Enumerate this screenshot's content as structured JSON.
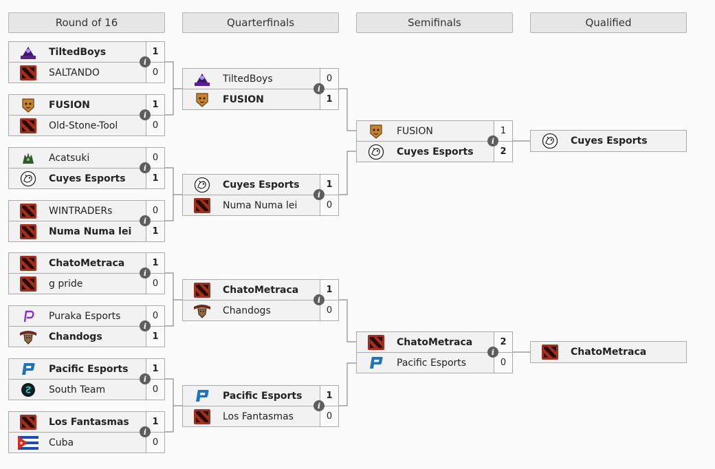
{
  "headers": [
    "Round of 16",
    "Quarterfinals",
    "Semifinals",
    "Qualified"
  ],
  "round16": [
    {
      "t1": {
        "name": "TiltedBoys",
        "score": "1",
        "logo": "tiltedboys-logo",
        "win": true
      },
      "t2": {
        "name": "SALTANDO",
        "score": "0",
        "logo": "dota-logo",
        "win": false
      }
    },
    {
      "t1": {
        "name": "FUSION",
        "score": "1",
        "logo": "fusion-logo",
        "win": true
      },
      "t2": {
        "name": "Old-Stone-Tool",
        "score": "0",
        "logo": "dota-logo",
        "win": false
      }
    },
    {
      "t1": {
        "name": "Acatsuki",
        "score": "0",
        "logo": "acatsuki-logo",
        "win": false
      },
      "t2": {
        "name": "Cuyes Esports",
        "score": "1",
        "logo": "cuyes-logo",
        "win": true
      }
    },
    {
      "t1": {
        "name": "WINTRADERs",
        "score": "0",
        "logo": "dota-logo",
        "win": false
      },
      "t2": {
        "name": "Numa Numa lei",
        "score": "1",
        "logo": "dota-logo",
        "win": true
      }
    },
    {
      "t1": {
        "name": "ChatoMetraca",
        "score": "1",
        "logo": "dota-logo",
        "win": true
      },
      "t2": {
        "name": "g pride",
        "score": "0",
        "logo": "dota-logo",
        "win": false
      }
    },
    {
      "t1": {
        "name": "Puraka Esports",
        "score": "0",
        "logo": "puraka-logo",
        "win": false
      },
      "t2": {
        "name": "Chandogs",
        "score": "1",
        "logo": "chandogs-logo",
        "win": true
      }
    },
    {
      "t1": {
        "name": "Pacific Esports",
        "score": "1",
        "logo": "pacific-logo",
        "win": true
      },
      "t2": {
        "name": "South Team",
        "score": "0",
        "logo": "southteam-logo",
        "win": false
      }
    },
    {
      "t1": {
        "name": "Los Fantasmas",
        "score": "1",
        "logo": "dota-logo",
        "win": true
      },
      "t2": {
        "name": "Cuba",
        "score": "0",
        "logo": "cuba-flag",
        "win": false
      }
    }
  ],
  "quarterfinals": [
    {
      "t1": {
        "name": "TiltedBoys",
        "score": "0",
        "logo": "tiltedboys-logo",
        "win": false
      },
      "t2": {
        "name": "FUSION",
        "score": "1",
        "logo": "fusion-logo",
        "win": true
      }
    },
    {
      "t1": {
        "name": "Cuyes Esports",
        "score": "1",
        "logo": "cuyes-logo",
        "win": true
      },
      "t2": {
        "name": "Numa Numa lei",
        "score": "0",
        "logo": "dota-logo",
        "win": false
      }
    },
    {
      "t1": {
        "name": "ChatoMetraca",
        "score": "1",
        "logo": "dota-logo",
        "win": true
      },
      "t2": {
        "name": "Chandogs",
        "score": "0",
        "logo": "chandogs-logo",
        "win": false
      }
    },
    {
      "t1": {
        "name": "Pacific Esports",
        "score": "1",
        "logo": "pacific-logo",
        "win": true
      },
      "t2": {
        "name": "Los Fantasmas",
        "score": "0",
        "logo": "dota-logo",
        "win": false
      }
    }
  ],
  "semifinals": [
    {
      "t1": {
        "name": "FUSION",
        "score": "1",
        "logo": "fusion-logo",
        "win": false
      },
      "t2": {
        "name": "Cuyes Esports",
        "score": "2",
        "logo": "cuyes-logo",
        "win": true
      }
    },
    {
      "t1": {
        "name": "ChatoMetraca",
        "score": "2",
        "logo": "dota-logo",
        "win": true
      },
      "t2": {
        "name": "Pacific Esports",
        "score": "0",
        "logo": "pacific-logo",
        "win": false
      }
    }
  ],
  "qualified": [
    {
      "name": "Cuyes Esports",
      "logo": "cuyes-logo"
    },
    {
      "name": "ChatoMetraca",
      "logo": "dota-logo"
    }
  ],
  "info_glyph": "i",
  "colors": {
    "dota_red": "#a0301e",
    "pacific_blue": "#1e73be",
    "puraka_purple": "#8a2bd8"
  }
}
